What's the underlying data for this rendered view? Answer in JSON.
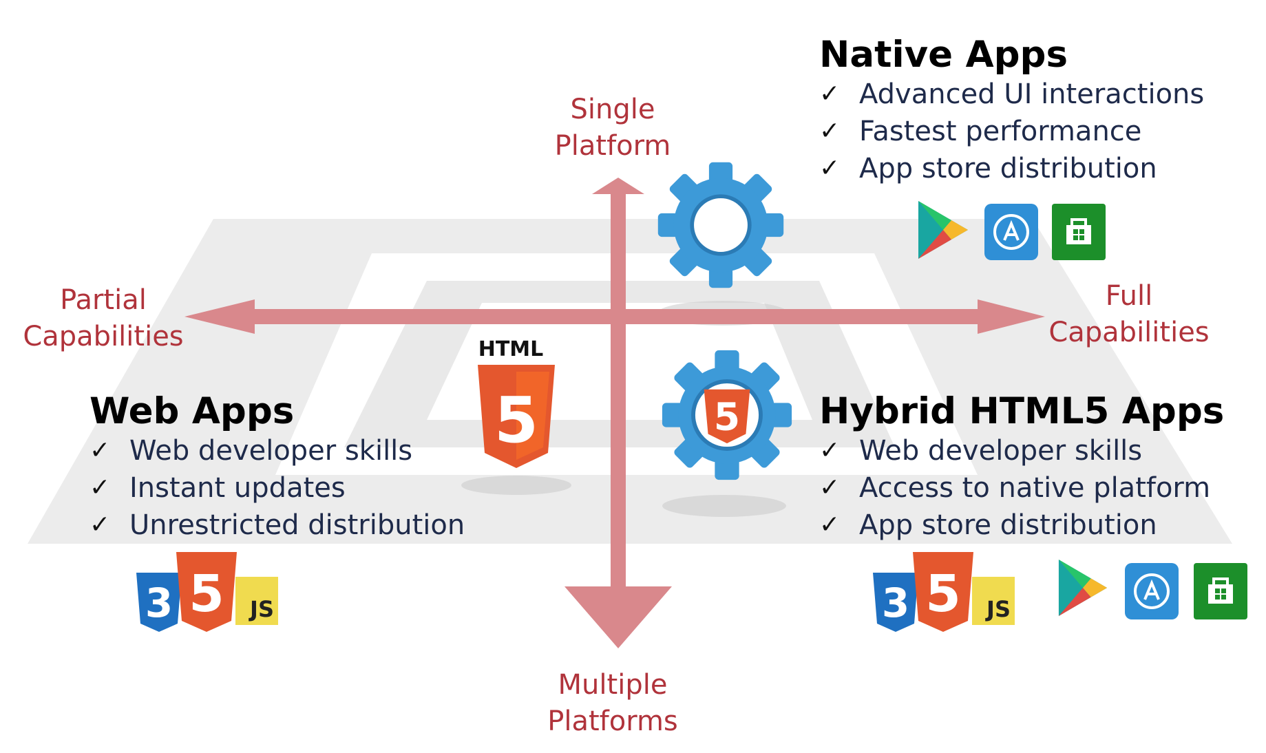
{
  "axes": {
    "top": [
      "Single",
      "Platform"
    ],
    "bottom": [
      "Multiple",
      "Platforms"
    ],
    "left": [
      "Partial",
      "Capabilities"
    ],
    "right": [
      "Full",
      "Capabilities"
    ]
  },
  "quadrants": {
    "native": {
      "title": "Native Apps",
      "features": [
        "Advanced UI interactions",
        "Fastest performance",
        "App store distribution"
      ]
    },
    "web": {
      "title": "Web Apps",
      "features": [
        "Web developer skills",
        "Instant updates",
        "Unrestricted distribution"
      ]
    },
    "hybrid": {
      "title": "Hybrid HTML5 Apps",
      "features": [
        "Web developer skills",
        "Access to native platform",
        "App store distribution"
      ]
    }
  },
  "check_mark": "✓",
  "logos": {
    "html_caption": "HTML",
    "html_digit": "5",
    "css_digit": "3",
    "js_text": "JS"
  },
  "colors": {
    "axis_label": "#b0333b",
    "arrow": "#d9888c",
    "gear": "#3d9ad8",
    "html5_orange": "#e4572e",
    "css3_blue": "#1f70c1",
    "js_yellow": "#f0db4f",
    "windows_green": "#1c8f2a",
    "appstore_blue": "#2f8fd6"
  },
  "icons": [
    "gear-icon",
    "html5-icon",
    "css3-icon",
    "js-icon",
    "google-play-icon",
    "app-store-icon",
    "windows-store-icon"
  ]
}
